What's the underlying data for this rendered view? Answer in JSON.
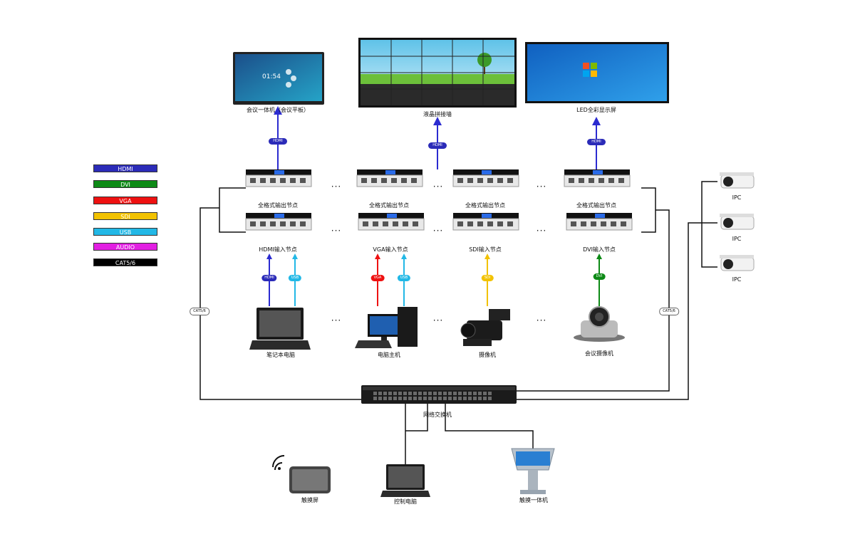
{
  "displays": {
    "meeting_panel": {
      "label": "会议一体机（会议平板）",
      "time": "01:54"
    },
    "video_wall": {
      "label": "液晶拼接墙"
    },
    "led_screen": {
      "label": "LED全彩显示屏"
    }
  },
  "legend": [
    {
      "name": "HDMI",
      "color": "#2b2bb8",
      "text_color": "#ffffff"
    },
    {
      "name": "DVI",
      "color": "#0d8a16",
      "text_color": "#ffffff"
    },
    {
      "name": "VGA",
      "color": "#ee1111",
      "text_color": "#ffffff"
    },
    {
      "name": "SDI",
      "color": "#f2c200",
      "text_color": "#ffffff"
    },
    {
      "name": "USB",
      "color": "#22b8e6",
      "text_color": "#ffffff"
    },
    {
      "name": "AUDIO",
      "color": "#e21fe2",
      "text_color": "#ffffff"
    },
    {
      "name": "CAT5/6",
      "color": "#000000",
      "text_color": "#ffffff"
    }
  ],
  "output_nodes": [
    "全格式输出节点",
    "全格式输出节点",
    "全格式输出节点",
    "全格式输出节点"
  ],
  "input_nodes": [
    "HDMI输入节点",
    "VGA输入节点",
    "SDI输入节点",
    "DVI输入节点"
  ],
  "sources": [
    "笔记本电脑",
    "电脑主机",
    "摄像机",
    "会议摄像机"
  ],
  "signal_tags": {
    "hdmi": "HDMI",
    "usb": "USB",
    "vga": "VGA",
    "sdi": "SDI",
    "dvi": "DVI",
    "cat": "CAT5/6"
  },
  "ipc_labels": [
    "IPC",
    "IPC",
    "IPC"
  ],
  "switch_label": "网络交换机",
  "clients": [
    "触摸屏",
    "控制电脑",
    "触摸一体机"
  ],
  "ellipsis": "···"
}
